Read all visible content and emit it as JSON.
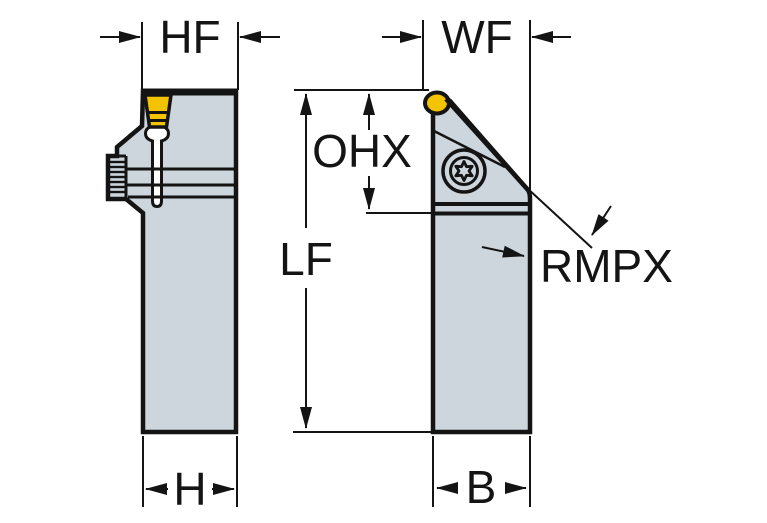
{
  "diagram": {
    "type": "tool-holder-dimension-drawing",
    "views": {
      "left_view": "side view with serrated clamp and insert slot",
      "right_view": "front view with round insert nose and torx screw"
    },
    "labels": {
      "hf": "HF",
      "wf": "WF",
      "ohx": "OHX",
      "lf": "LF",
      "rmpx": "RMPX",
      "h": "H",
      "b": "B"
    },
    "colors": {
      "body": "#cdd6dd",
      "insert": "#f4c300",
      "line": "#141414",
      "background": "#ffffff"
    }
  }
}
